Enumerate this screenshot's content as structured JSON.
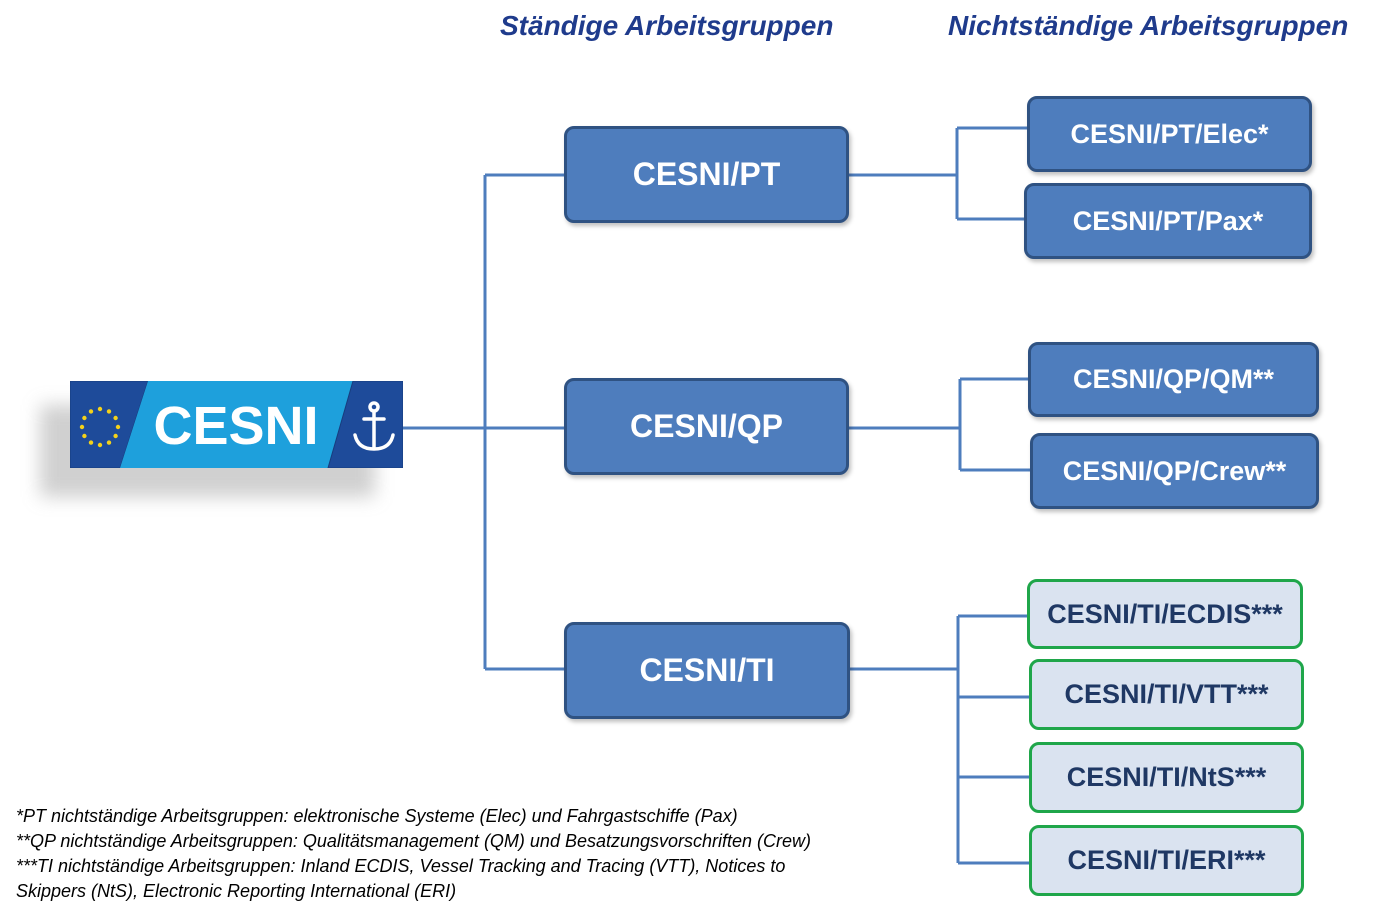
{
  "headings": {
    "standing": "Ständige Arbeitsgruppen",
    "non_standing": "Nichtständige Arbeitsgruppen"
  },
  "logo": {
    "text": "CESNI",
    "icons": [
      "eu-stars-icon",
      "anchor-icon"
    ],
    "colors": {
      "dark_blue": "#1e4b9a",
      "light_blue": "#1ea0dc",
      "star": "#f5d21a"
    }
  },
  "groups": [
    {
      "label": "CESNI/PT",
      "children": [
        "CESNI/PT/Elec*",
        "CESNI/PT/Pax*"
      ]
    },
    {
      "label": "CESNI/QP",
      "children": [
        "CESNI/QP/QM**",
        "CESNI/QP/Crew**"
      ]
    },
    {
      "label": "CESNI/TI",
      "children": [
        "CESNI/TI/ECDIS***",
        "CESNI/TI/VTT***",
        "CESNI/TI/NtS***",
        "CESNI/TI/ERI***"
      ]
    }
  ],
  "footnotes": [
    "*PT nichtständige Arbeitsgruppen: elektronische Systeme (Elec) und Fahrgastschiffe (Pax)",
    "**QP nichtständige Arbeitsgruppen: Qualitätsmanagement (QM) und Besatzungsvorschriften (Crew)",
    "***TI nichtständige Arbeitsgruppen: Inland ECDIS, Vessel Tracking and Tracing (VTT), Notices to",
    "Skippers (NtS), Electronic Reporting International (ERI)"
  ],
  "colors": {
    "box_fill": "#4e7dbd",
    "box_border": "#2f5282",
    "green_border": "#1fa64a",
    "green_fill": "#dae3f0",
    "connector": "#4e7dbd",
    "heading": "#1f3b8c"
  }
}
